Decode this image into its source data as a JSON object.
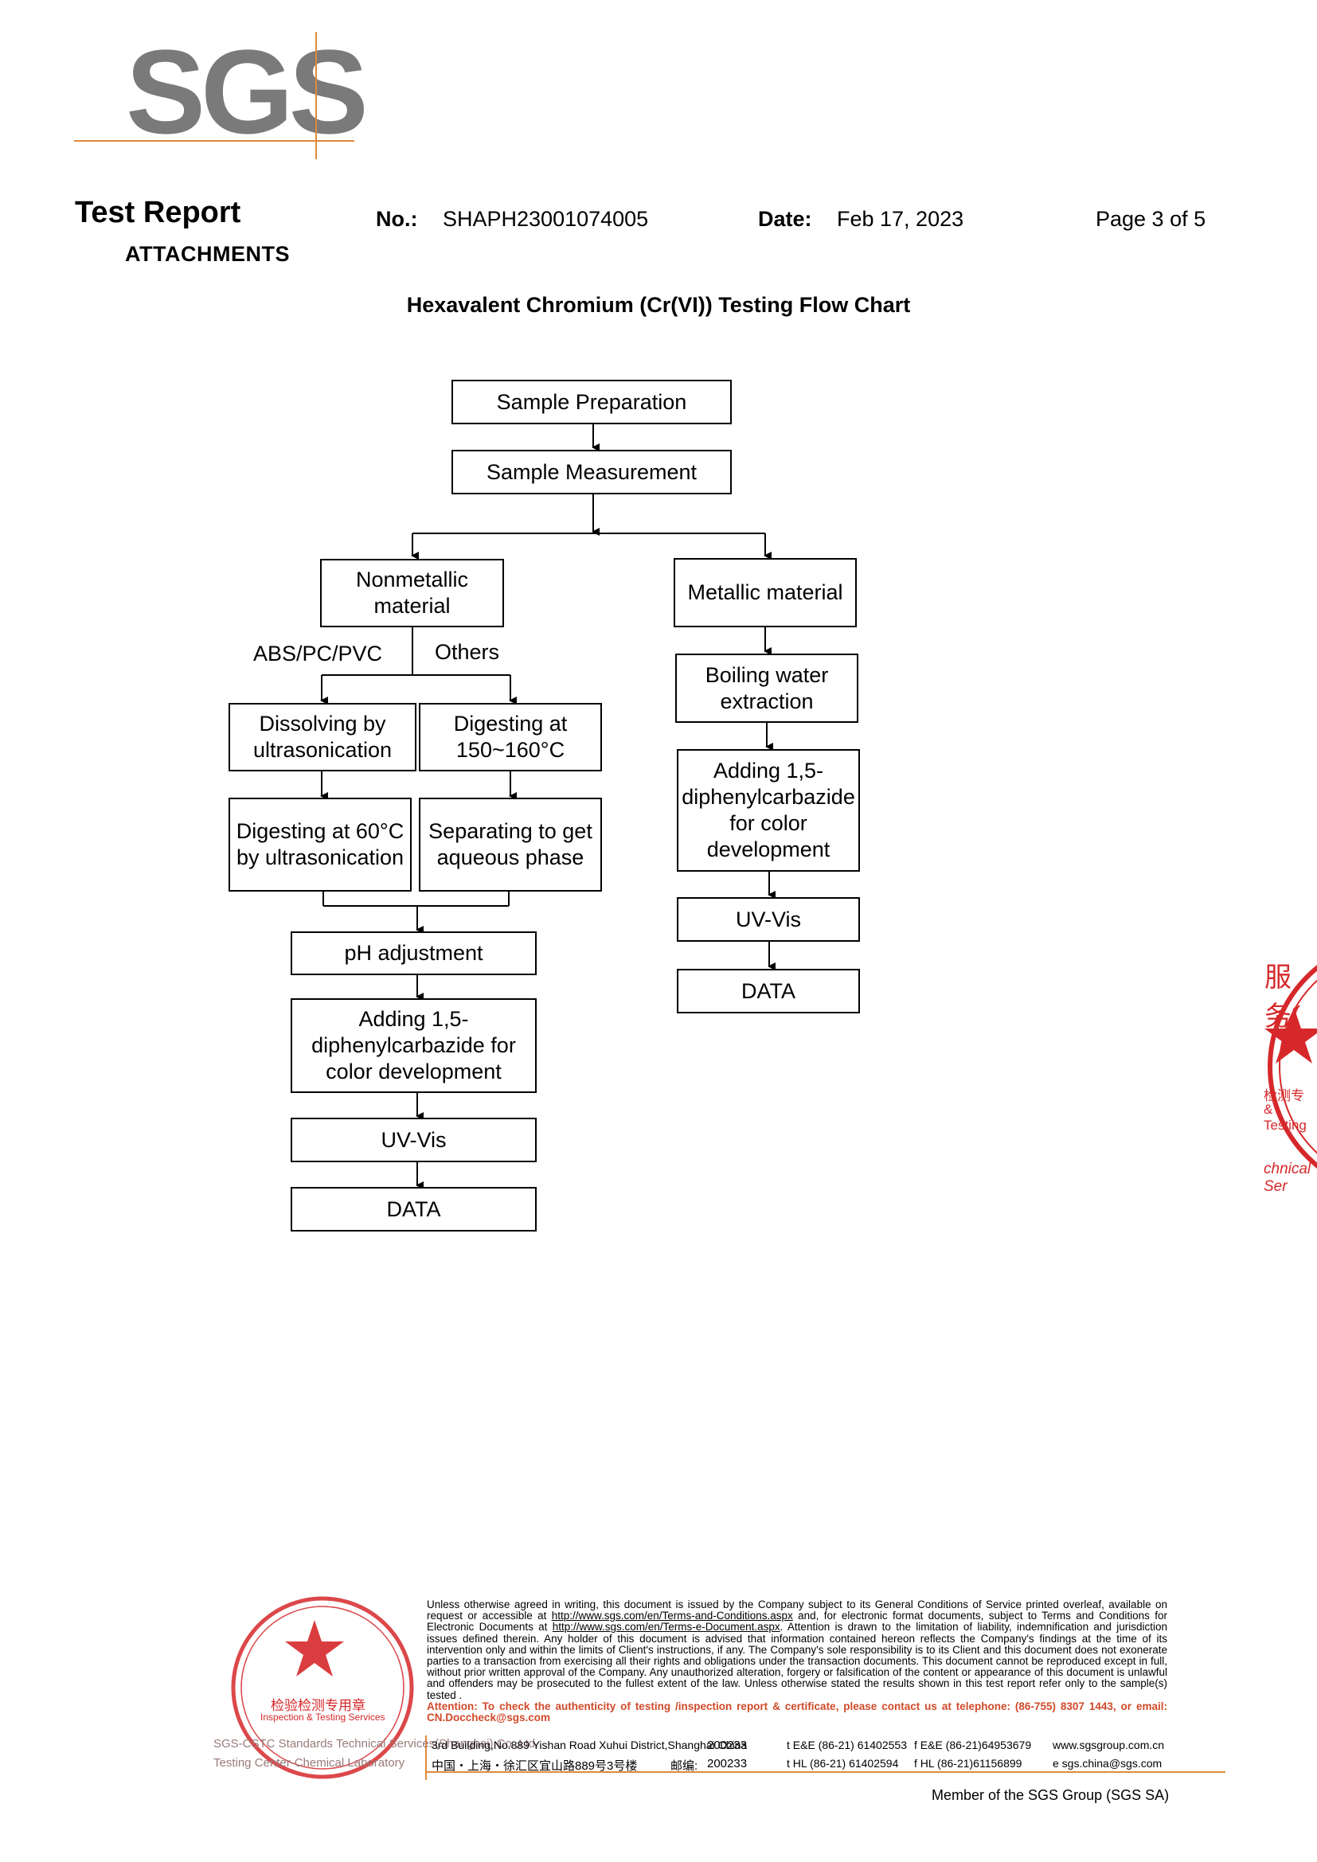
{
  "logo": {
    "text": "SGS"
  },
  "header": {
    "title": "Test Report",
    "subtitle": "ATTACHMENTS",
    "no_label": "No.:",
    "no_value": "SHAPH23001074005",
    "date_label": "Date:",
    "date_value": "Feb 17, 2023",
    "page": "Page 3 of 5"
  },
  "flow": {
    "title": "Hexavalent Chromium (Cr(VI)) Testing Flow Chart",
    "sample_preparation": "Sample Preparation",
    "sample_measurement": "Sample Measurement",
    "nonmetallic": "Nonmetallic material",
    "metallic": "Metallic material",
    "branch_abs": "ABS/PC/PVC",
    "branch_others": "Others",
    "dissolving": "Dissolving by ultrasonication",
    "digesting_150": "Digesting at 150~160°C",
    "digesting_60": "Digesting at 60°C by ultrasonication",
    "separating": "Separating to get aqueous phase",
    "ph_adjustment": "pH adjustment",
    "adding_left": "Adding 1,5-diphenylcarbazide for color development",
    "uvvis_left": "UV-Vis",
    "data_left": "DATA",
    "boiling": "Boiling water extraction",
    "adding_right": "Adding 1,5-diphenylcarbazide for color development",
    "uvvis_right": "UV-Vis",
    "data_right": "DATA"
  },
  "footer": {
    "disclaimer_1": "Unless otherwise agreed in writing, this document is issued by the Company subject to its General Conditions of Service printed overleaf, available on request or accessible at ",
    "link_1": "http://www.sgs.com/en/Terms-and-Conditions.aspx",
    "disclaimer_2": " and, for electronic format documents, subject to Terms and Conditions for Electronic Documents at ",
    "link_2": "http://www.sgs.com/en/Terms-e-Document.aspx",
    "disclaimer_3": ". Attention is drawn to the limitation of liability, indemnification and jurisdiction issues defined therein. Any holder of this document is advised that information contained hereon reflects the Company's findings at the time of its intervention only and within the limits of Client's instructions, if any. The Company's sole responsibility is to its Client and this document does not exonerate parties to a transaction from exercising all their rights and obligations under the transaction documents. This document cannot be reproduced except in full, without prior written approval of the Company. Any unauthorized alteration, forgery or falsification of the content or appearance of this document is unlawful and offenders may be prosecuted to the fullest extent of the law. Unless otherwise stated the results shown in this test report refer only to the sample(s) tested .",
    "attention": "Attention: To check the authenticity of testing /inspection report & certificate, please contact us at telephone: (86-755) 8307 1443, or email: CN.Doccheck@sgs.com",
    "address_en": "3rd Building,No.889 Yishan Road Xuhui District,Shanghai China",
    "postcode_en": "200233",
    "address_cn": "中国・上海・徐汇区宜山路889号3号楼",
    "postcode_cn_label": "邮编:",
    "postcode_cn": "200233",
    "tel_ee": "t E&E (86-21) 61402553",
    "fax_ee": "f E&E (86-21)64953679",
    "tel_hl": "t HL (86-21) 61402594",
    "fax_hl": "f HL (86-21)61156899",
    "web": "www.sgsgroup.com.cn",
    "email": "e  sgs.china@sgs.com",
    "member": "Member of the SGS Group (SGS SA)",
    "company_left_1": "SGS-CSTC Standards Technical Services(Shanghai) Co.,Ltd.",
    "company_left_2": "Testing Center-Chemical Laboratory"
  },
  "stamp": {
    "text_cn": "检验检测专用章",
    "text_en": "Inspection & Testing Services",
    "side_text_1": "服务(",
    "side_text_2": "检测专",
    "side_text_3": "& Testing",
    "side_text_4": "chnical Ser",
    "color": "#d6282a"
  }
}
